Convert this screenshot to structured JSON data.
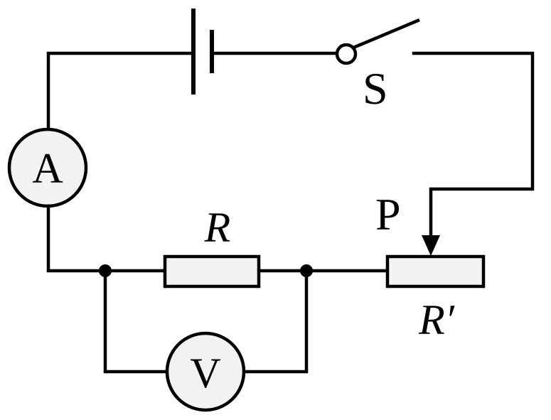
{
  "labels": {
    "switch": "S",
    "ammeter": "A",
    "voltmeter": "V",
    "resistor": "R",
    "rheostat": "R′",
    "slider": "P"
  },
  "colors": {
    "stroke": "#000000",
    "component_fill": "#f2f2f2",
    "background": "#ffffff"
  }
}
